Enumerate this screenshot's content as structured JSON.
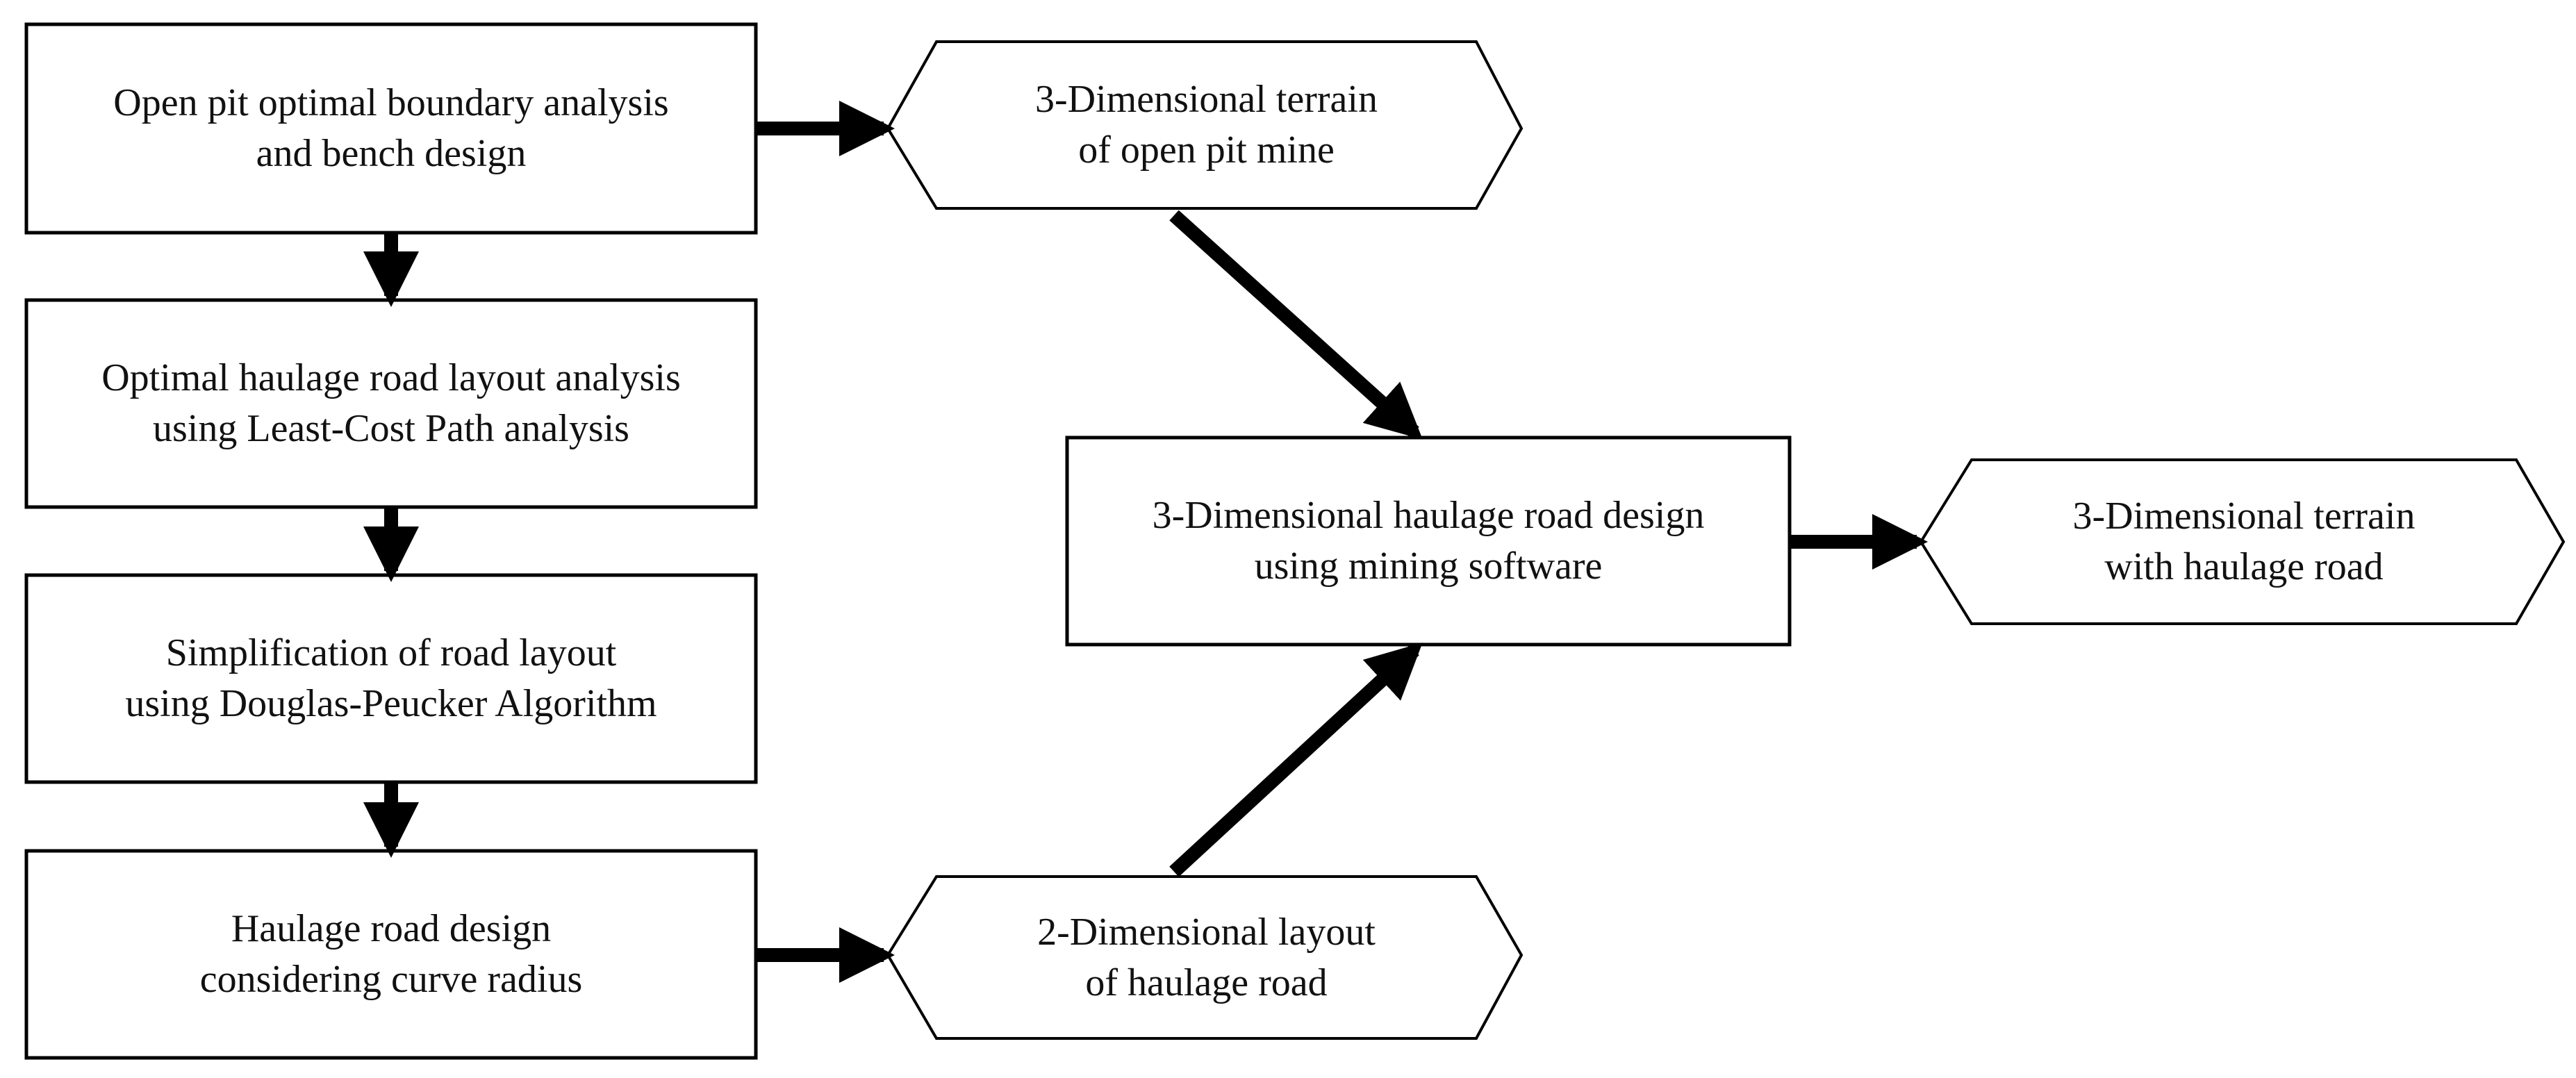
{
  "colors": {
    "stroke": "#000000",
    "text": "#111111",
    "background": "#ffffff"
  },
  "nodes": {
    "pit_boundary": {
      "line1": "Open pit optimal boundary analysis",
      "line2": "and bench design"
    },
    "road_layout": {
      "line1": "Optimal haulage road layout analysis",
      "line2": "using Least-Cost Path analysis"
    },
    "simplification": {
      "line1": "Simplification of road layout",
      "line2": "using Douglas-Peucker Algorithm"
    },
    "road_design": {
      "line1": "Haulage road design",
      "line2": "considering curve radius"
    },
    "terrain_3d": {
      "line1": "3-Dimensional terrain",
      "line2": "of open pit mine"
    },
    "layout_2d": {
      "line1": "2-Dimensional layout",
      "line2": "of haulage road"
    },
    "road_design_3d": {
      "line1": "3-Dimensional haulage road design",
      "line2": "using mining software"
    },
    "terrain_road_3d": {
      "line1": "3-Dimensional terrain",
      "line2": "with haulage road"
    }
  },
  "edges": [
    {
      "from": "pit_boundary",
      "to": "road_layout"
    },
    {
      "from": "road_layout",
      "to": "simplification"
    },
    {
      "from": "simplification",
      "to": "road_design"
    },
    {
      "from": "pit_boundary",
      "to": "terrain_3d"
    },
    {
      "from": "road_design",
      "to": "layout_2d"
    },
    {
      "from": "terrain_3d",
      "to": "road_design_3d"
    },
    {
      "from": "layout_2d",
      "to": "road_design_3d"
    },
    {
      "from": "road_design_3d",
      "to": "terrain_road_3d"
    }
  ]
}
